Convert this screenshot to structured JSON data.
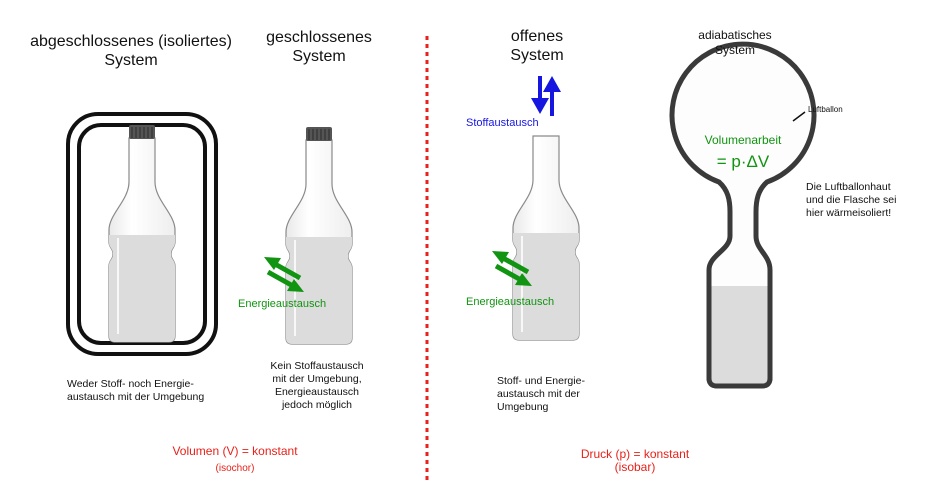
{
  "titles": {
    "isolated": [
      "abgeschlossenes (isoliertes)",
      "System"
    ],
    "closed": [
      "geschlossenes",
      "System"
    ],
    "open": [
      "offenes",
      "System"
    ],
    "adiabatic": [
      "adiabatisches",
      "System"
    ]
  },
  "labels": {
    "stoffaustausch": "Stoffaustausch",
    "energieaustausch_closed": "Energieaustausch",
    "energieaustausch_open": "Energieaustausch",
    "luftballon": "Luftballon",
    "volumenarbeit": "Volumenarbeit",
    "volumenarbeit_formula": "= p·ΔV"
  },
  "descriptions": {
    "isolated": [
      "Weder Stoff- noch Energie-",
      "austausch mit der Umgebung"
    ],
    "closed": [
      "Kein Stoffaustausch",
      "mit der Umgebung,",
      "Energieaustausch",
      "jedoch möglich"
    ],
    "open": [
      "Stoff- und Energie-",
      "austausch mit der",
      "Umgebung"
    ],
    "adiabatic_note": [
      "Die Luftballonhaut",
      "und die Flasche sei",
      "hier wärmeisoliert!"
    ]
  },
  "conditions": {
    "isochor": [
      "Volumen (V) = konstant",
      "(isochor)"
    ],
    "isobar": [
      "Druck (p) = konstant",
      "(isobar)"
    ]
  },
  "colors": {
    "red": "#e8211a",
    "green": "#119411",
    "blue": "#1616e0",
    "liquid": "#dcdcdc",
    "outline": "#3a3a3a"
  }
}
